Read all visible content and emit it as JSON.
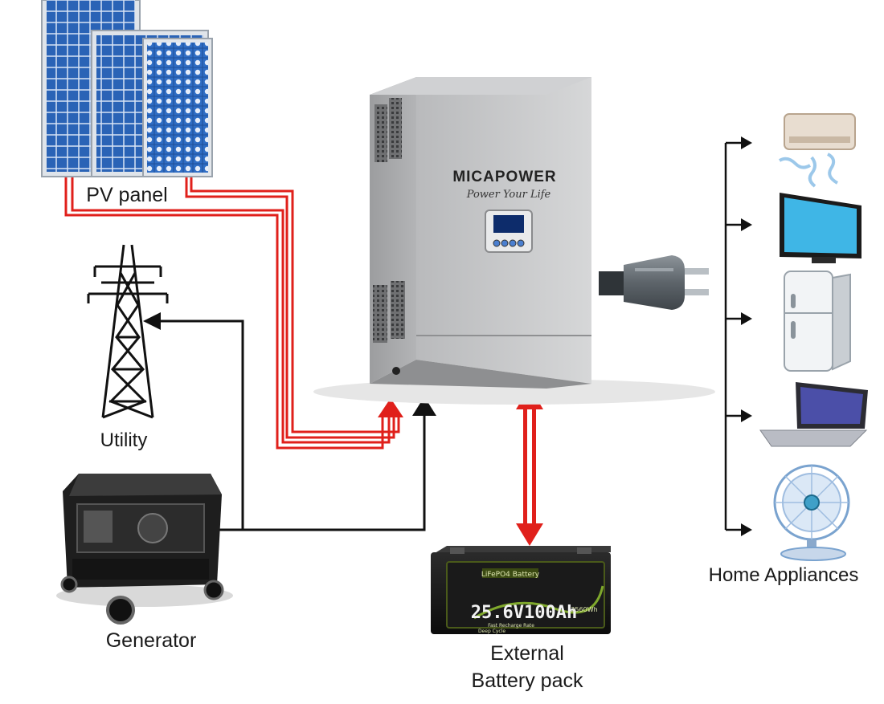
{
  "labels": {
    "pv_panel": "PV panel",
    "utility": "Utility",
    "generator": "Generator",
    "battery_line1": "External",
    "battery_line2": "Battery pack",
    "home_appliances": "Home Appliances"
  },
  "inverter": {
    "brand": "MICAPOWER",
    "slogan": "Power Your Life"
  },
  "battery": {
    "type": "LiFePO4 Battery",
    "rating": "25.6V100Ah",
    "energy": "2560Wh",
    "note1": "Fast Recharge Rate",
    "note2": "Deep Cycle"
  },
  "colors": {
    "ac_line": "#111111",
    "dc_line": "#e0201b",
    "panel_blue": "#2b63b8",
    "inverter_body": "#bfc0c2"
  },
  "icons": [
    "solar-panel-icon",
    "power-tower-icon",
    "generator-icon",
    "inverter-icon",
    "plug-icon",
    "battery-icon",
    "air-conditioner-icon",
    "tv-icon",
    "fridge-icon",
    "laptop-icon",
    "fan-icon"
  ]
}
